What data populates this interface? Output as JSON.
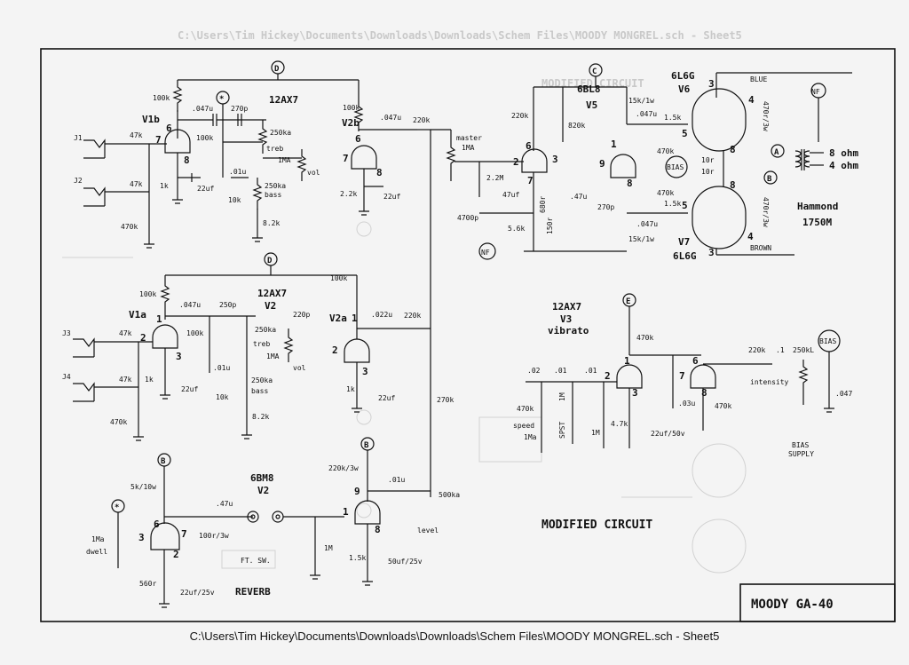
{
  "ghost_header": "C:\\Users\\Tim Hickey\\Documents\\Downloads\\Downloads\\Schem Files\\MOODY MONGREL.sch - Sheet5",
  "ghost_title": "MODIFIED CIRCUIT",
  "tubes": {
    "v1b": "V1b",
    "v2b": "V2b",
    "v1a": "V1a",
    "v2a": "V2a",
    "t12ax7_top": "12AX7",
    "t12ax7_mid": "12AX7",
    "v2_mid": "V2",
    "t6bm8": "6BM8",
    "v2_rev": "V2",
    "t6bl8": "6BL8",
    "v5": "V5",
    "t6l6g_top": "6L6G",
    "v6": "V6",
    "v7": "V7",
    "t6l6g_bot": "6L6G",
    "t12ax7_vib": "12AX7",
    "v3": "V3",
    "vibrato": "vibrato"
  },
  "jacks": [
    "J1",
    "J2",
    "J3",
    "J4"
  ],
  "labels": {
    "r100k_1": "100k",
    "c047_1": ".047u",
    "c270p_1": "270p",
    "r100k_2": "100k",
    "r250ka_1": "250ka",
    "treb_1": "treb",
    "r1ma_1": "1MA",
    "vol_1": "vol",
    "c01_1": ".01u",
    "r250ka_2": "250ka",
    "bass_1": "bass",
    "r10k_1": "10k",
    "r82k_1": "8.2k",
    "r47k_1": "47k",
    "r47k_2": "47k",
    "r470k_1": "470k",
    "r1k_1": "1k",
    "c22uf_1": "22uf",
    "r100k_3": "100k",
    "c047_2": ".047u",
    "r220k_1": "220k",
    "r22k_1": "2.2k",
    "c22uf_2": "22uf",
    "master": "master",
    "master_1ma": "1MA",
    "r22m": "2.2M",
    "r220k_2": "220k",
    "r820k": "820k",
    "r15k1w_1": "15k/1w",
    "c047_3": ".047u",
    "r15k_1": "1.5k",
    "c47uf": "47uf",
    "r680": "680r",
    "r470k_2": "470k",
    "r470k_3": "470k",
    "bias_1": "BIAS",
    "c47u": ".47u",
    "c270p_2": "270p",
    "r150r": "150r",
    "c4700p": "4700p",
    "r56k": "5.6k",
    "nf_1": "NF",
    "r15k1w_2": "15k/1w",
    "c047_4": ".047u",
    "r15k_2": "1.5k",
    "r10r_1": "10r",
    "r10r_2": "10r",
    "blue": "BLUE",
    "brown": "BROWN",
    "r470r3w_1": "470r/3w",
    "r470r3w_2": "470r/3w",
    "ohm8": "8 ohm",
    "ohm4": "4 ohm",
    "hammond": "Hammond",
    "hammond_model": "1750M",
    "nf_2": "NF",
    "r100k_4": "100k",
    "c047_5": ".047u",
    "c250p": "250p",
    "r100k_5": "100k",
    "r250ka_3": "250ka",
    "treb_2": "treb",
    "c220p": "220p",
    "r1ma_2": "1MA",
    "vol_2": "vol",
    "c01_2": ".01u",
    "r250ka_4": "250ka",
    "bass_2": "bass",
    "r10k_2": "10k",
    "r82k_2": "8.2k",
    "r47k_3": "47k",
    "r47k_4": "47k",
    "r470k_4": "470k",
    "r1k_2": "1k",
    "c22uf_3": "22uf",
    "r100k_6": "100k",
    "c022": ".022u",
    "r220k_3": "220k",
    "r1k_3": "1k",
    "c22uf_4": "22uf",
    "r270k": "270k",
    "r470k_5": "470k",
    "c02": ".02",
    "c01a": ".01",
    "c01b": ".01",
    "r470k_6": "470k",
    "speed": "speed",
    "speed_1ma": "1Ma",
    "r1m_1": "1M",
    "spst": "SPST",
    "r1m_2": "1M",
    "r47k_5": "4.7k",
    "c22uf50v": "22uf/50v",
    "c03u": ".03u",
    "r470k_7": "470k",
    "r220k_4": "220k",
    "c1": ".1",
    "r250kl": "250kL",
    "bias_2": "BIAS",
    "intensity": "intensity",
    "c047b": ".047",
    "bias_supply_1": "BIAS",
    "bias_supply_2": "SUPPLY",
    "r5k10w": "5k/10w",
    "c47u_rev": ".47u",
    "r100r3w": "100r/3w",
    "r1ma_dwell": "1Ma",
    "dwell": "dwell",
    "r560r": "560r",
    "c22uf25v": "22uf/25v",
    "ftsw": "FT. SW.",
    "reverb": "REVERB",
    "r220k3w": "220k/3w",
    "c01_3": ".01u",
    "r500ka": "500ka",
    "level": "level",
    "r1m_3": "1M",
    "r15k_3": "1.5k",
    "c50uf25v": "50uf/25v",
    "modified": "MODIFIED CIRCUIT",
    "title": "MOODY GA-40"
  },
  "bus_letters": {
    "d1": "D",
    "d2": "D",
    "c": "C",
    "e": "E",
    "b1": "B",
    "b2": "B",
    "b3": "B",
    "a": "A",
    "star1": "*",
    "star2": "*"
  },
  "footer": "C:\\Users\\Tim Hickey\\Documents\\Downloads\\Downloads\\Schem Files\\MOODY MONGREL.sch  -  Sheet5"
}
